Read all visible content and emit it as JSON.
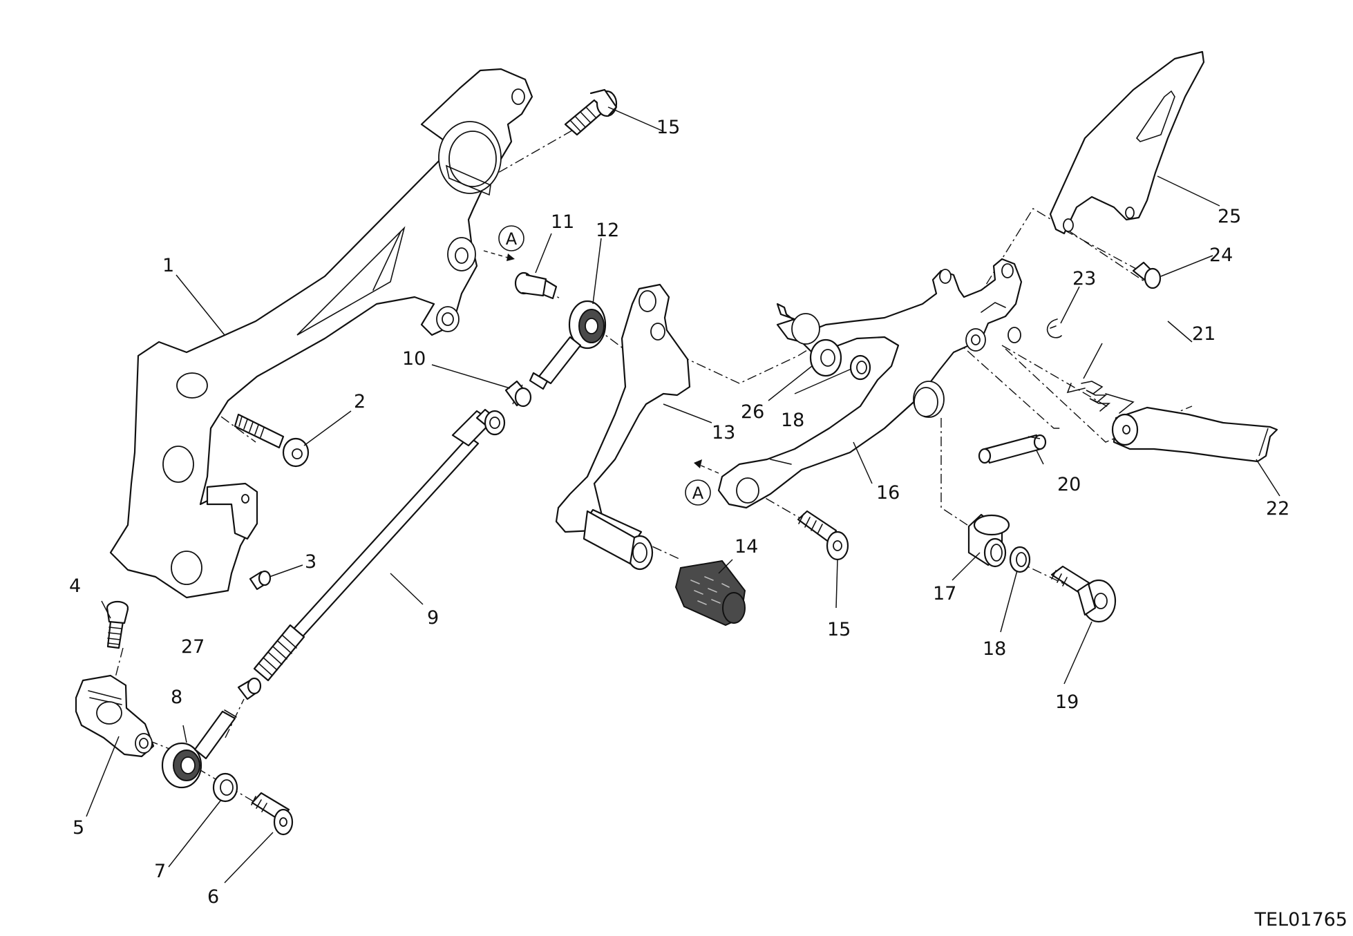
{
  "callouts": [
    "1",
    "2",
    "3",
    "4",
    "5",
    "6",
    "7",
    "8",
    "9",
    "10",
    "11",
    "12",
    "13",
    "14",
    "15",
    "15",
    "16",
    "17",
    "18",
    "18",
    "19",
    "20",
    "21",
    "22",
    "23",
    "24",
    "25",
    "26",
    "27"
  ],
  "reference_mark": "A",
  "drawing_code": "TEL01765",
  "colors": {
    "line": "#111111",
    "background": "#ffffff",
    "rubber": "#4a4a4a"
  }
}
